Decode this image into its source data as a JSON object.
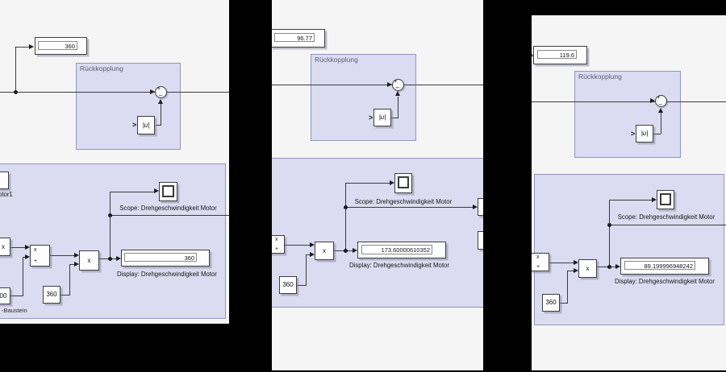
{
  "colors": {
    "background": "#000000",
    "panel_bg": "#f5f5f6",
    "region_fill": "#dbdbf1",
    "region_border": "#9595bd",
    "wire": "#3c3c3c"
  },
  "panels": {
    "left": {
      "top_display_value": "360",
      "feedback": {
        "label": "Rückkopplung",
        "abs_label": "|u|",
        "sum_plus": "+",
        "sum_minus": "–"
      },
      "model": {
        "caption": "-Baustein",
        "partial_source_label": "otor1",
        "edge_block_label": "x",
        "sum_port_top": "x",
        "sum_port_bottom": "+",
        "product_label": "x",
        "partial_const_value": "00",
        "const_value": "360",
        "scope_label": "Scope: Drehgeschwindigkeit Motor",
        "display_label": "Display: Drehgeschwindigkeit Motor",
        "display_value": "360"
      }
    },
    "middle": {
      "top_display_value": "96.77",
      "feedback": {
        "label": "Rückkopplung",
        "abs_label": "|u|",
        "sum_plus": "+",
        "sum_minus": "–"
      },
      "model": {
        "sum_port_top": "x",
        "sum_port_bottom": "+",
        "product_label": "x",
        "const_value": "360",
        "scope_label": "Scope: Drehgeschwindigkeit Motor",
        "display_label": "Display: Drehgeschwindigkeit Motor",
        "display_value": "173.60000610352"
      }
    },
    "right": {
      "top_display_value": "119.6",
      "feedback": {
        "label": "Rückkopplung",
        "abs_label": "|u|",
        "sum_plus": "+",
        "sum_minus": "–"
      },
      "model": {
        "sum_port_top": "x",
        "sum_port_bottom": "+",
        "product_label": "x",
        "const_value": "360",
        "scope_label": "Scope: Drehgeschwindigkeit Motor",
        "display_label": "Display: Drehgeschwindigkeit Motor",
        "display_value": "89.199996948242"
      }
    }
  }
}
